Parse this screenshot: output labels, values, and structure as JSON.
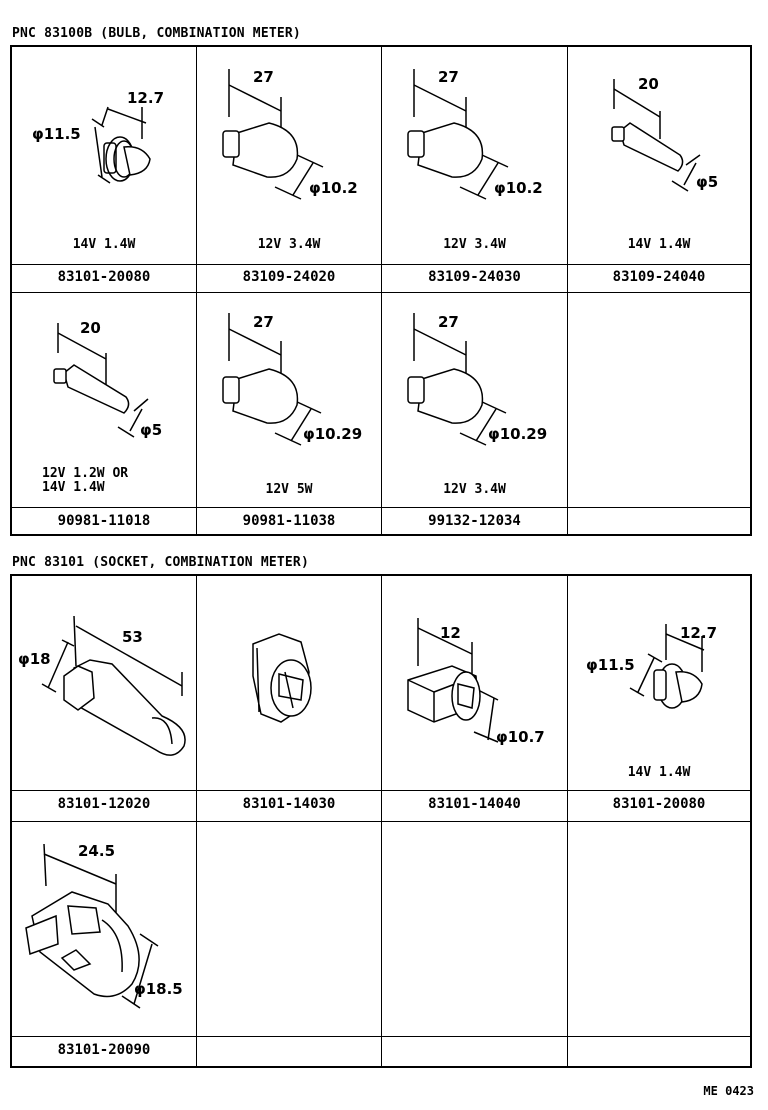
{
  "bulb_section": {
    "title": "PNC 83100B  (BULB, COMBINATION METER)",
    "cells": [
      {
        "spec": "14V 1.4W",
        "part_number": "83101-20080",
        "dims": {
          "length": "12.7",
          "diameter": "φ11.5"
        }
      },
      {
        "spec": "12V 3.4W",
        "part_number": "83109-24020",
        "dims": {
          "length": "27",
          "diameter": "φ10.2"
        }
      },
      {
        "spec": "12V 3.4W",
        "part_number": "83109-24030",
        "dims": {
          "length": "27",
          "diameter": "φ10.2"
        }
      },
      {
        "spec": "14V 1.4W",
        "part_number": "83109-24040",
        "dims": {
          "length": "20",
          "diameter": "φ5"
        }
      },
      {
        "spec": "12V 1.2W OR\n14V 1.4W",
        "part_number": "90981-11018",
        "dims": {
          "length": "20",
          "diameter": "φ5"
        }
      },
      {
        "spec": "12V 5W",
        "part_number": "90981-11038",
        "dims": {
          "length": "27",
          "diameter": "φ10.29"
        }
      },
      {
        "spec": "12V 3.4W",
        "part_number": "99132-12034",
        "dims": {
          "length": "27",
          "diameter": "φ10.29"
        }
      },
      {
        "spec": "",
        "part_number": "",
        "dims": {}
      }
    ]
  },
  "socket_section": {
    "title": "PNC 83101 (SOCKET, COMBINATION METER)",
    "cells": [
      {
        "spec": "",
        "part_number": "83101-12020",
        "dims": {
          "length": "53",
          "diameter": "φ18"
        }
      },
      {
        "spec": "",
        "part_number": "83101-14030",
        "dims": {}
      },
      {
        "spec": "",
        "part_number": "83101-14040",
        "dims": {
          "length": "12",
          "diameter": "φ10.7"
        }
      },
      {
        "spec": "14V 1.4W",
        "part_number": "83101-20080",
        "dims": {
          "length": "12.7",
          "diameter": "φ11.5"
        }
      },
      {
        "spec": "",
        "part_number": "83101-20090",
        "dims": {
          "length": "24.5",
          "diameter": "φ18.5"
        }
      },
      {
        "spec": "",
        "part_number": "",
        "dims": {}
      },
      {
        "spec": "",
        "part_number": "",
        "dims": {}
      },
      {
        "spec": "",
        "part_number": "",
        "dims": {}
      }
    ]
  },
  "footer": "ME 0423"
}
